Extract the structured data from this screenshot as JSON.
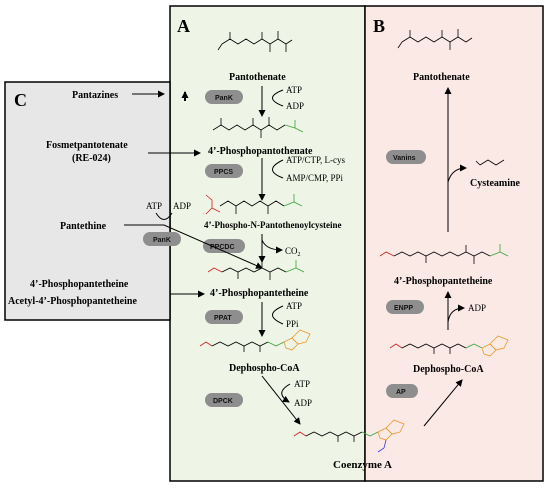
{
  "panels": {
    "a_label": "A",
    "b_label": "B",
    "c_label": "C",
    "colors": {
      "a_bg": "#eef4e6",
      "b_bg": "#fbe9e6",
      "c_bg": "#e7e7e7"
    }
  },
  "metabolites": {
    "pantothenate_a": "Pantothenate",
    "phosphopantothenate": "4’-Phosphopantothenate",
    "phospho_n_pantothenoylcysteine": "4’-Phospho-N-Pantothenoylcysteine",
    "phosphopantetheine_a": "4’-Phosphopantetheine",
    "dephospho_coa_a": "Dephospho-CoA",
    "coenzyme_a": "Coenzyme A",
    "pantothenate_b": "Pantothenate",
    "cysteamine": "Cysteamine",
    "phosphopantetheine_b": "4’-Phosphopantetheine",
    "dephospho_coa_b": "Dephospho-CoA"
  },
  "enzymes": {
    "pank_a": "PanK",
    "ppcs": "PPCS",
    "ppcdc": "PPCDC",
    "ppat": "PPAT",
    "dpck": "DPCK",
    "vanins": "Vanins",
    "enpp": "ENPP",
    "ap": "AP",
    "pank_c": "PanK"
  },
  "cofactors": {
    "atp_1": "ATP",
    "adp_1": "ADP",
    "ppcs_in": "ATP/CTP, L-cys",
    "ppcs_out": "AMP/CMP, PPi",
    "co2": "CO",
    "co2_sub": "2",
    "atp_ppat": "ATP",
    "ppi_ppat": "PPi",
    "atp_dpck": "ATP",
    "adp_dpck": "ADP",
    "adp_enpp": "ADP",
    "atp_c": "ATP",
    "adp_c": "ADP"
  },
  "panel_c": {
    "pantazines": "Pantazines",
    "fosmetpantotenate": "Fosmetpantotenate",
    "re024": "(RE-024)",
    "pantethine": "Pantethine",
    "phosphopantetheine": "4’-Phosphopantetheine",
    "acetyl_phosphopantetheine": "Acetyl-4’-Phosphopantetheine"
  }
}
